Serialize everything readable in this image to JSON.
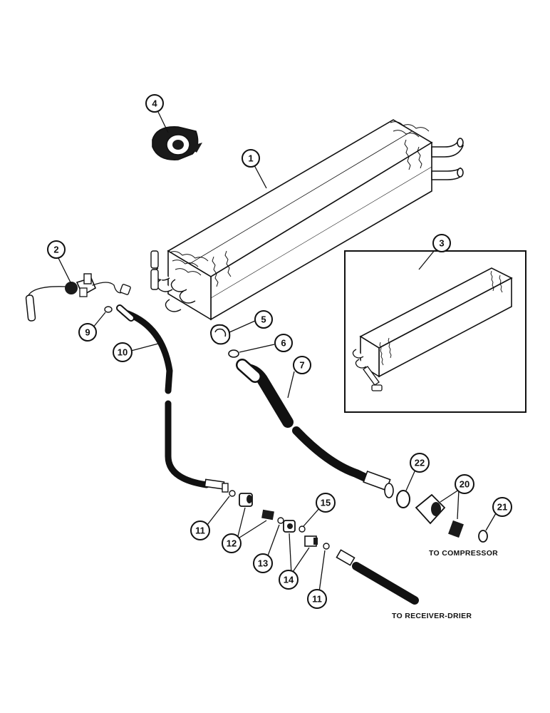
{
  "callouts": [
    {
      "id": "c1",
      "label": "1"
    },
    {
      "id": "c2",
      "label": "2"
    },
    {
      "id": "c3",
      "label": "3"
    },
    {
      "id": "c4",
      "label": "4"
    },
    {
      "id": "c5",
      "label": "5"
    },
    {
      "id": "c6",
      "label": "6"
    },
    {
      "id": "c7",
      "label": "7"
    },
    {
      "id": "c9",
      "label": "9"
    },
    {
      "id": "c10",
      "label": "10"
    },
    {
      "id": "c11a",
      "label": "11"
    },
    {
      "id": "c11b",
      "label": "11"
    },
    {
      "id": "c12",
      "label": "12"
    },
    {
      "id": "c13",
      "label": "13"
    },
    {
      "id": "c14",
      "label": "14"
    },
    {
      "id": "c15",
      "label": "15"
    },
    {
      "id": "c20",
      "label": "20"
    },
    {
      "id": "c21",
      "label": "21"
    },
    {
      "id": "c22",
      "label": "22"
    }
  ],
  "notes": {
    "to_compressor": "TO COMPRESSOR",
    "to_receiver_drier": "TO RECEIVER-DRIER"
  },
  "colors": {
    "line": "#111111",
    "hose": "#111111",
    "background": "#ffffff"
  }
}
